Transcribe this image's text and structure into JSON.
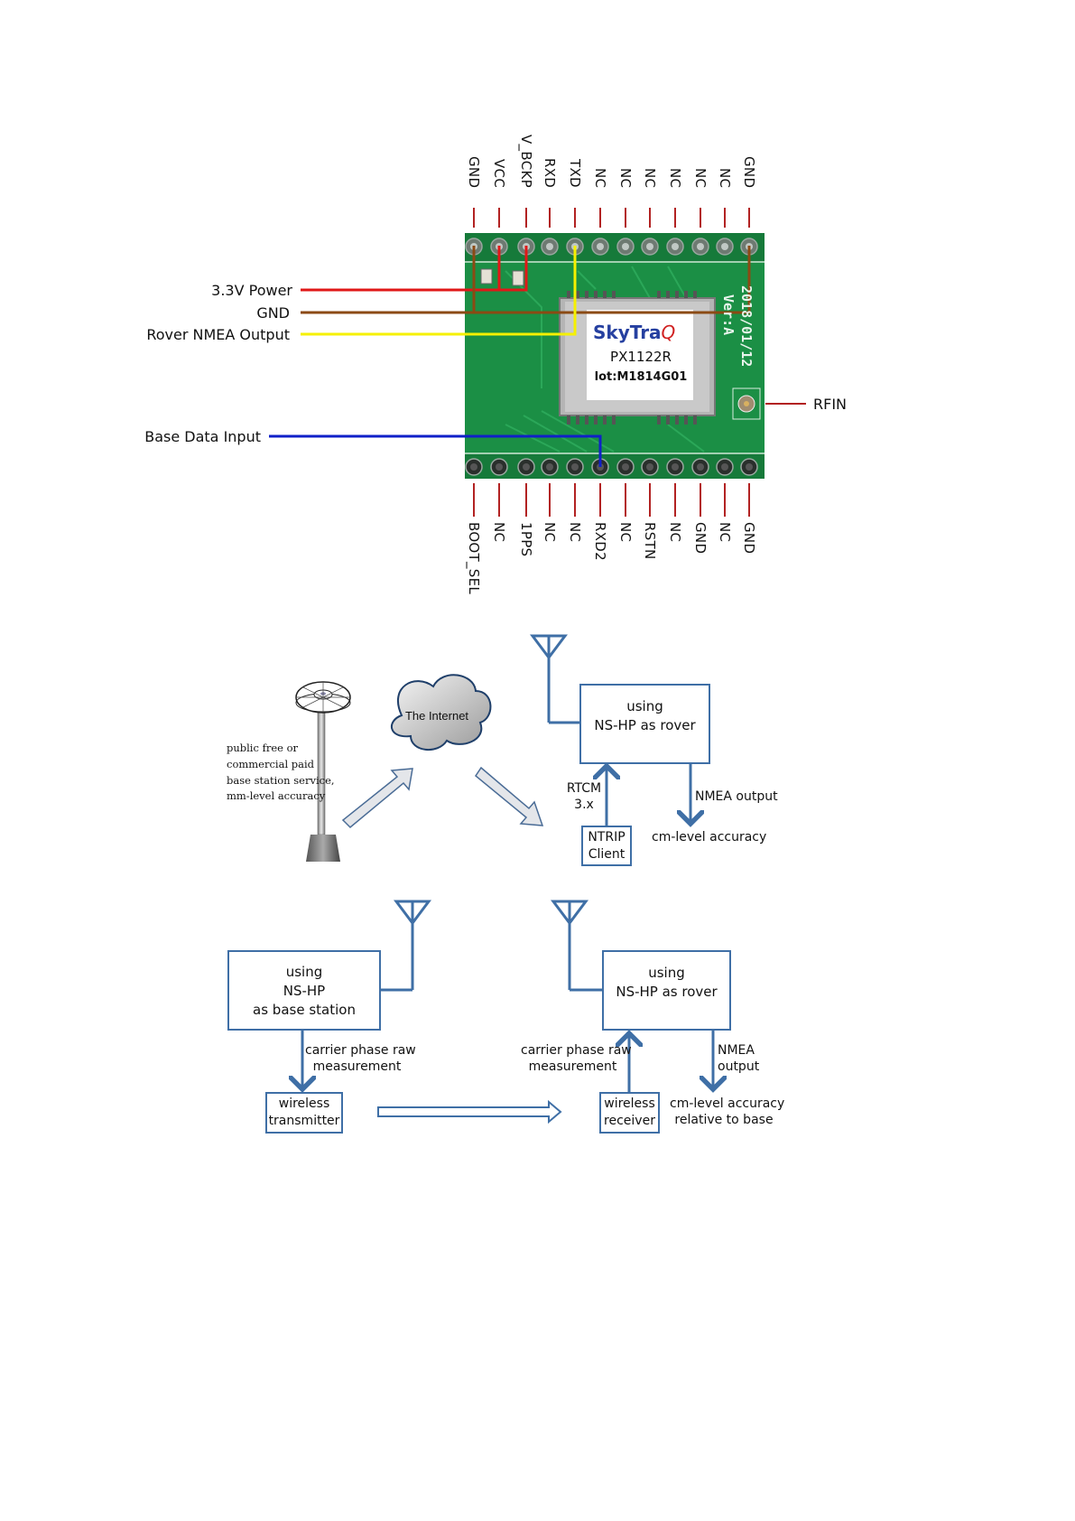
{
  "pinout": {
    "top_pins": [
      "GND",
      "VCC",
      "V_BCKP",
      "RXD",
      "TXD",
      "NC",
      "NC",
      "NC",
      "NC",
      "NC",
      "NC",
      "GND"
    ],
    "bottom_pins": [
      "BOOT_SEL",
      "NC",
      "1PPS",
      "NC",
      "NC",
      "RXD2",
      "NC",
      "RSTN",
      "NC",
      "GND",
      "NC",
      "GND"
    ],
    "wires": [
      {
        "label": "3.3V Power",
        "color": "#e01818"
      },
      {
        "label": "GND",
        "color": "#8b4a14"
      },
      {
        "label": "Rover NMEA Output",
        "color": "#f5f000"
      },
      {
        "label": "Base Data Input",
        "color": "#1020c8"
      }
    ],
    "rf_label": "RFIN",
    "module": {
      "brand": "SkyTra",
      "brand_mark": "Q",
      "model": "PX1122R",
      "lot": "lot:M1814G01",
      "board_date": "2018/01/12",
      "board_ver": "Ver:A"
    }
  },
  "rtk_internet": {
    "station_note": [
      "public free or",
      "commercial paid",
      "base station service,",
      "mm-level accuracy"
    ],
    "cloud_label": "The Internet",
    "rover_box": [
      "using",
      "NS-HP as rover"
    ],
    "rtcm_label": [
      "RTCM",
      "3.x"
    ],
    "ntrip_box": [
      "NTRIP",
      "Client"
    ],
    "nmea_label": "NMEA output",
    "accuracy_label": "cm-level accuracy"
  },
  "rtk_radio": {
    "base_box": [
      "using",
      "NS-HP",
      "as base station"
    ],
    "base_carrier_label": [
      "carrier phase raw",
      "measurement"
    ],
    "transmitter_box": [
      "wireless",
      "transmitter"
    ],
    "rover_box": [
      "using",
      "NS-HP as rover"
    ],
    "rover_carrier_label": [
      "carrier phase raw",
      "measurement"
    ],
    "nmea_label": [
      "NMEA",
      "output"
    ],
    "receiver_box": [
      "wireless",
      "receiver"
    ],
    "accuracy_label": [
      "cm-level accuracy",
      "relative to base"
    ]
  },
  "colors": {
    "diagram_blue": "#3f6fa6",
    "pcb_green": "#1b8f45",
    "pin_line_red": "#b22222"
  }
}
